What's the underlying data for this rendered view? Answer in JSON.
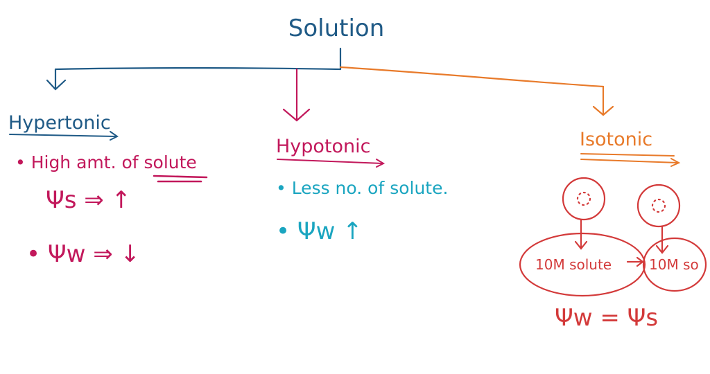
{
  "colors": {
    "navy": "#1f5a86",
    "magenta": "#c2185b",
    "teal": "#1aa5c0",
    "orange": "#e87a2a",
    "red": "#d33a3a"
  },
  "root": {
    "label": "Solution"
  },
  "hypertonic": {
    "title": "Hypertonic",
    "line1": "• High amt. of solute",
    "psi_s_row": "Ψs ⇒ ↑",
    "psi_w_row": "• Ψw ⇒ ↓"
  },
  "hypotonic": {
    "title": "Hypotonic",
    "line1": "• Less no. of solute.",
    "psi_row": "• Ψw ↑"
  },
  "isotonic": {
    "title": "Isotonic",
    "box_left": "10M solute",
    "box_right": "10M so",
    "equation": "Ψw = Ψs"
  }
}
